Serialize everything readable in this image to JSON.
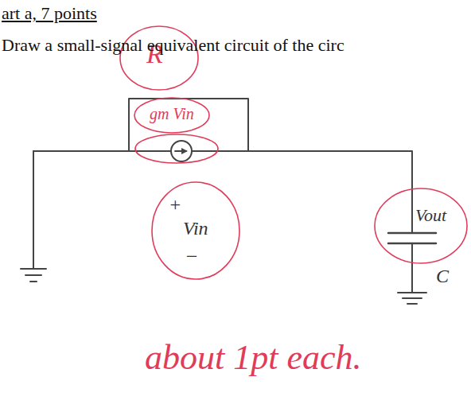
{
  "diagram": {
    "nodes": [
      {
        "text": [
          "R"
        ]
      },
      {
        "text": [
          "gm Vin"
        ]
      },
      {
        "text": [
          "+",
          "Vin",
          "−"
        ]
      },
      {
        "text": [
          "Vout"
        ]
      }
    ],
    "labels": [
      "art a, 7 points",
      "Draw a small-signal equivalent circuit of the circ",
      "C",
      "about 1pt each."
    ]
  }
}
